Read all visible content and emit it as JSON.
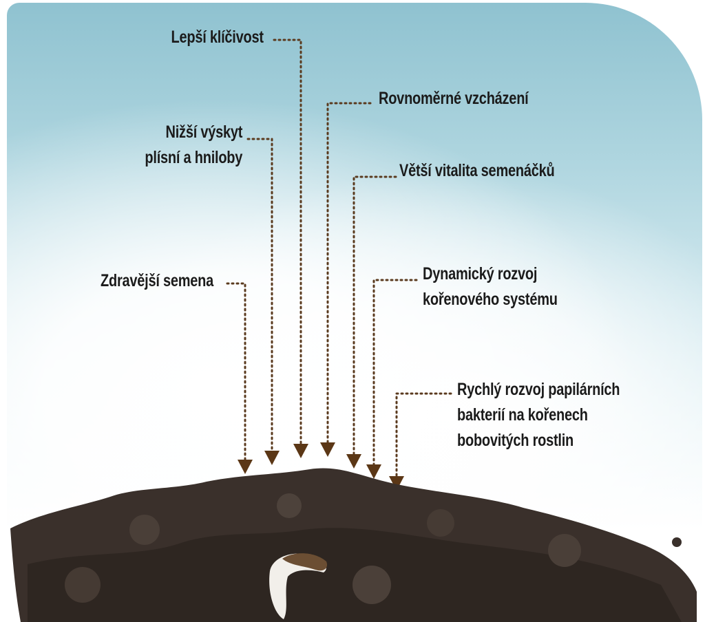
{
  "labels": {
    "better_germination": "Lepší klíčivost",
    "uniform_emergence": "Rovnoměrné vzcházení",
    "lower_mold_line1": "Nižší výskyt",
    "lower_mold_line2": "plísní a hniloby",
    "seedling_vitality": "Větší vitalita semenáčků",
    "healthier_seeds": "Zdravější semena",
    "root_dev_line1": "Dynamický rozvoj",
    "root_dev_line2": "kořenového systému",
    "bacteria_line1": "Rychlý rozvoj papilárních",
    "bacteria_line2": "bakterií na kořenech",
    "bacteria_line3": "bobovitých rostlin"
  },
  "colors": {
    "leader": "#5a3a1e",
    "arrow": "#5b3716",
    "soil": "#3a302b",
    "text": "#1b1b1b"
  }
}
